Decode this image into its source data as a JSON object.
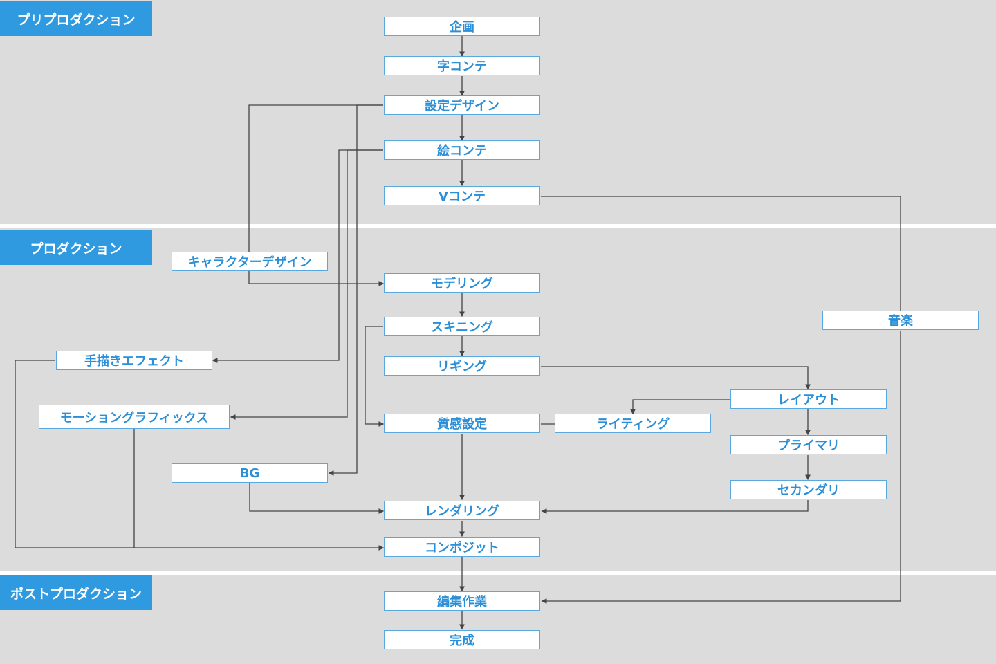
{
  "phases": {
    "pre": "プリプロダクション",
    "production": "プロダクション",
    "post": "ポストプロダクション"
  },
  "nodes": {
    "kikaku": "企画",
    "jikonte": "字コンテ",
    "settei_design": "設定デザイン",
    "ekonte": "絵コンテ",
    "vkonte": "Vコンテ",
    "character_design": "キャラクターデザイン",
    "modeling": "モデリング",
    "skinning": "スキニング",
    "rigging": "リギング",
    "ongaku": "音楽",
    "tegaki_effect": "手描きエフェクト",
    "motion_graphics": "モーショングラフィックス",
    "layout": "レイアウト",
    "shitsukan_settei": "質感設定",
    "lighting": "ライティング",
    "primary": "プライマリ",
    "bg": "BG",
    "secondary": "セカンダリ",
    "rendering": "レンダリング",
    "composite": "コンポジット",
    "henshu": "編集作業",
    "kansei": "完成"
  },
  "colors": {
    "phase_bg": "#2f9ae0",
    "node_text": "#2b8fd8",
    "node_border": "#5aa8e0",
    "line": "#444444",
    "background": "#dcdcdc"
  }
}
